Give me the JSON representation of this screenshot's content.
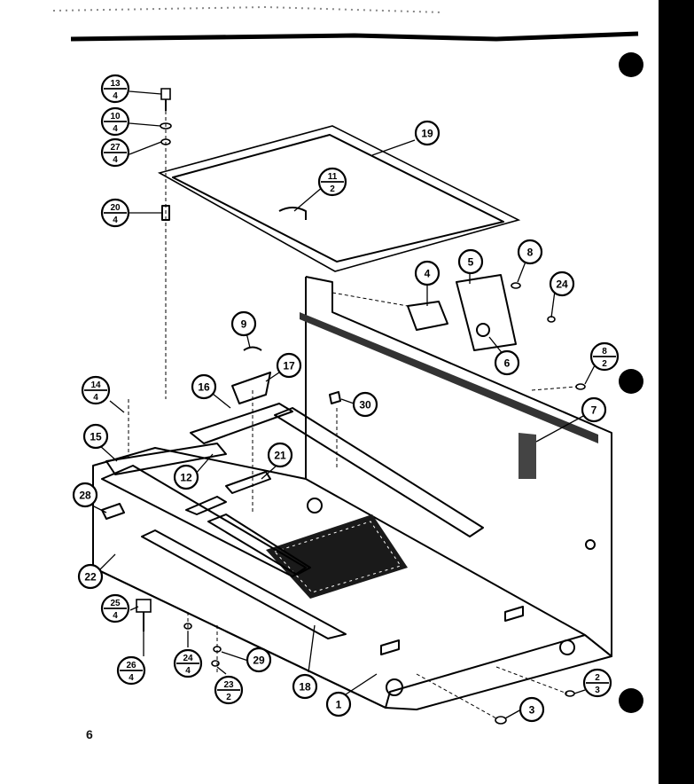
{
  "page_number": "6",
  "callouts": [
    {
      "id": "c13-4",
      "top": "13",
      "bottom": "4"
    },
    {
      "id": "c10-4",
      "top": "10",
      "bottom": "4"
    },
    {
      "id": "c27-4",
      "top": "27",
      "bottom": "4"
    },
    {
      "id": "c20-4",
      "top": "20",
      "bottom": "4"
    },
    {
      "id": "c11-2",
      "top": "11",
      "bottom": "2"
    },
    {
      "id": "c19",
      "top": "19"
    },
    {
      "id": "c8",
      "top": "8"
    },
    {
      "id": "c5",
      "top": "5"
    },
    {
      "id": "c4",
      "top": "4"
    },
    {
      "id": "c24",
      "top": "24"
    },
    {
      "id": "c6",
      "top": "6"
    },
    {
      "id": "c8-2",
      "top": "8",
      "bottom": "2"
    },
    {
      "id": "c9",
      "top": "9"
    },
    {
      "id": "c17",
      "top": "17"
    },
    {
      "id": "c16",
      "top": "16"
    },
    {
      "id": "c30",
      "top": "30"
    },
    {
      "id": "c7",
      "top": "7"
    },
    {
      "id": "c14-4",
      "top": "14",
      "bottom": "4"
    },
    {
      "id": "c15",
      "top": "15"
    },
    {
      "id": "c12",
      "top": "12"
    },
    {
      "id": "c21",
      "top": "21"
    },
    {
      "id": "c28",
      "top": "28"
    },
    {
      "id": "c22",
      "top": "22"
    },
    {
      "id": "c25-4",
      "top": "25",
      "bottom": "4"
    },
    {
      "id": "c26-4",
      "top": "26",
      "bottom": "4"
    },
    {
      "id": "c24-4",
      "top": "24",
      "bottom": "4"
    },
    {
      "id": "c29",
      "top": "29"
    },
    {
      "id": "c23-2",
      "top": "23",
      "bottom": "2"
    },
    {
      "id": "c18",
      "top": "18"
    },
    {
      "id": "c1",
      "top": "1"
    },
    {
      "id": "c3",
      "top": "3"
    },
    {
      "id": "c2-3",
      "top": "2",
      "bottom": "3"
    }
  ]
}
